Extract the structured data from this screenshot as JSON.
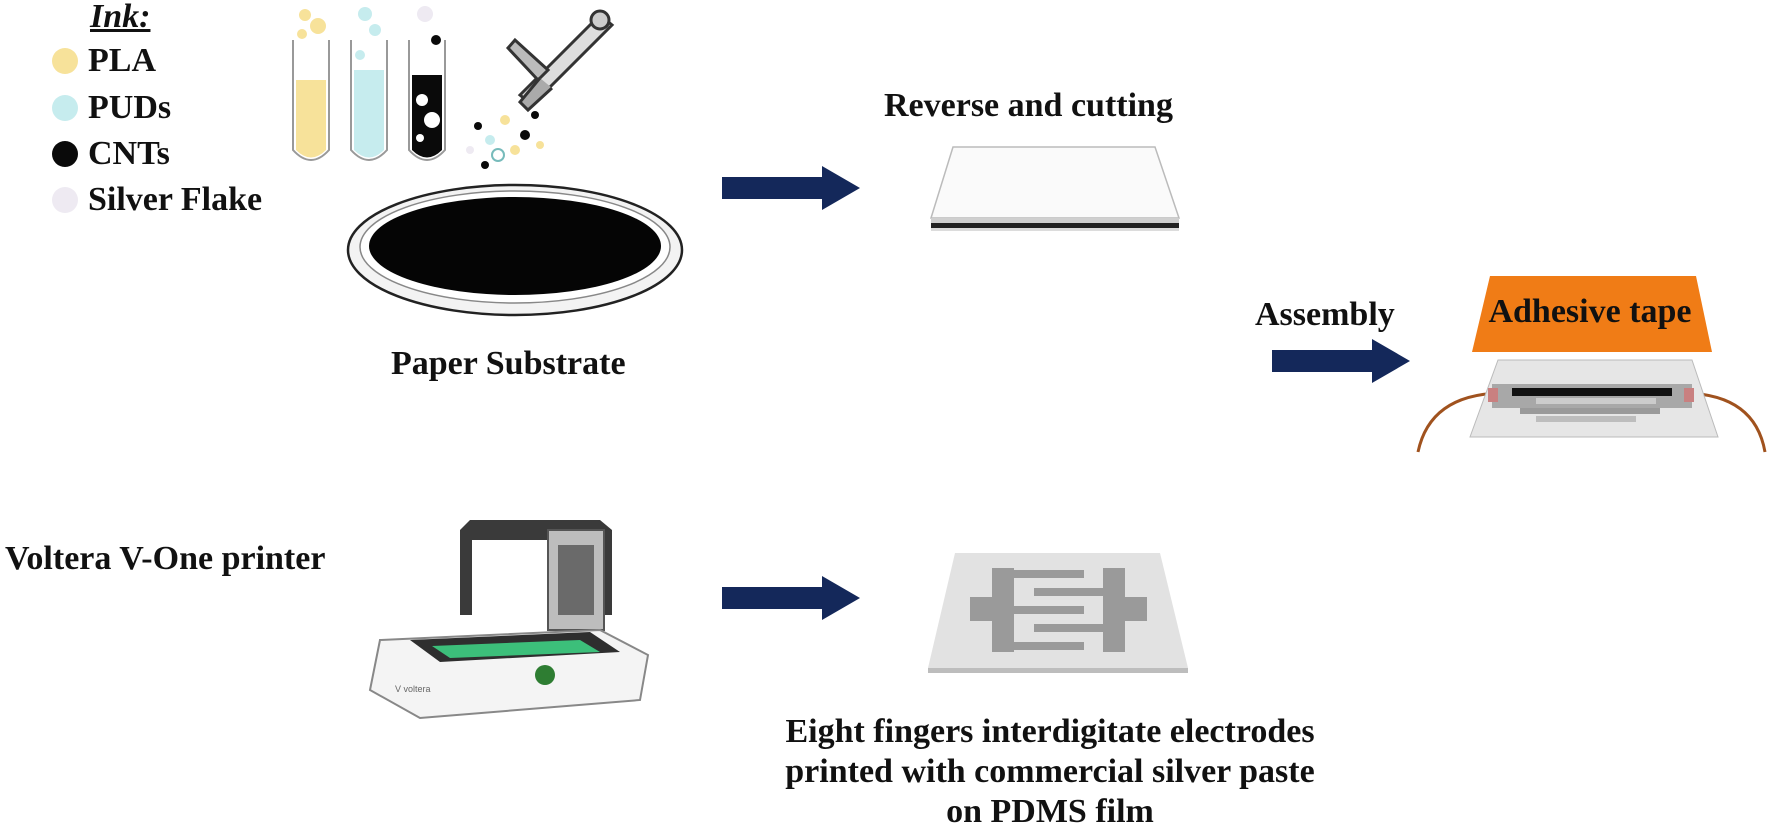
{
  "legend": {
    "title": "Ink:",
    "items": [
      {
        "label": "PLA",
        "color": "#f7e29a"
      },
      {
        "label": "PUDs",
        "color": "#c6ecee"
      },
      {
        "label": "CNTs",
        "color": "#0a0a0a"
      },
      {
        "label": "Silver Flake",
        "color": "#eeeaf2"
      }
    ]
  },
  "labels": {
    "paper_substrate": "Paper Substrate",
    "reverse_cutting": "Reverse and cutting",
    "assembly": "Assembly",
    "adhesive_tape": "Adhesive tape",
    "printer": "Voltera V-One printer",
    "electrodes_line1": "Eight fingers interdigitate electrodes",
    "electrodes_line2": "printed with commercial silver paste",
    "electrodes_line3": "on PDMS film"
  },
  "colors": {
    "arrow": "#14285a",
    "tape": "#f07c16",
    "wire": "#a0521e",
    "electrode": "#9a9a9a",
    "substrate": "#e2e2e2"
  },
  "icons": [
    "test-tubes-icon",
    "airbrush-icon",
    "paper-dish-icon",
    "film-sheet-icon",
    "sensor-device-icon",
    "printer-icon",
    "electrode-pattern-icon"
  ]
}
